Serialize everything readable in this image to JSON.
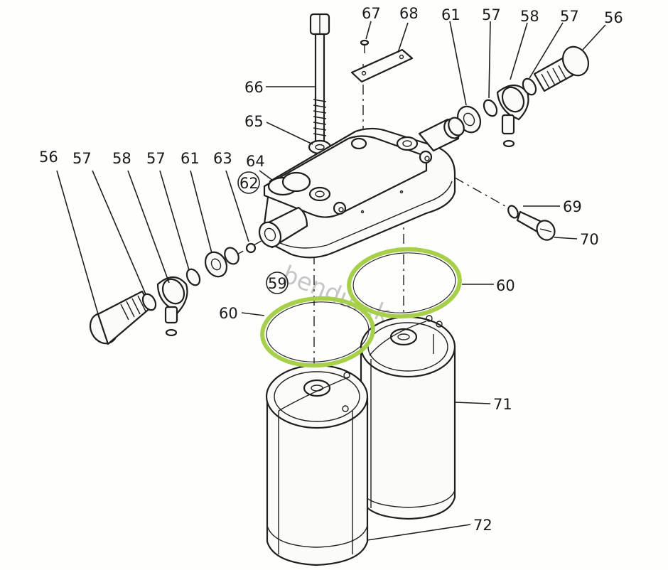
{
  "watermark": "bendu...k",
  "labels": {
    "l56a": "56",
    "l57a": "57",
    "l58a": "58",
    "l57b": "57",
    "l61a": "61",
    "l63": "63",
    "l64": "64",
    "l62": "62",
    "l59": "59",
    "l65": "65",
    "l66": "66",
    "l67": "67",
    "l68": "68",
    "l61b": "61",
    "l57c": "57",
    "l58b": "58",
    "l57d": "57",
    "l56b": "56",
    "l69": "69",
    "l70": "70",
    "l60a": "60",
    "l60b": "60",
    "l71": "71",
    "l72": "72"
  },
  "colors": {
    "highlight_ring": "#a6cf4a",
    "ink": "#1f1f1f"
  }
}
